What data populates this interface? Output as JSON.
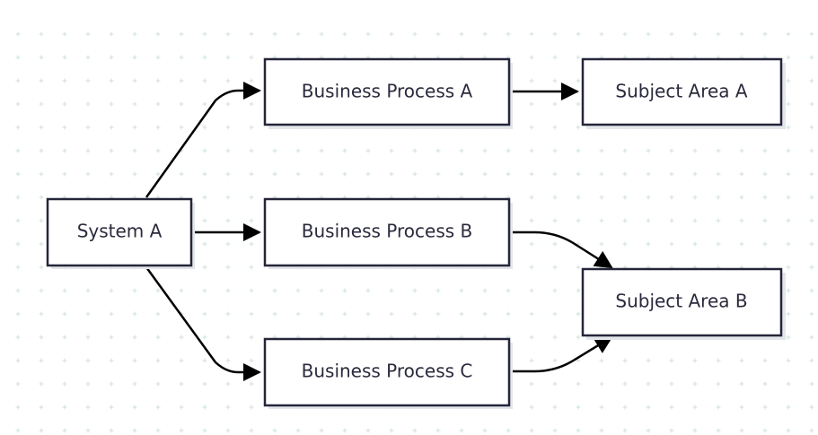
{
  "colors": {
    "node_border": "#25253a",
    "node_fill": "#ffffff",
    "node_text": "#2a2a3d",
    "edge": "#000000",
    "grid_marker": "#cfe1dd"
  },
  "nodes": {
    "system_a": {
      "label": "System A"
    },
    "bp_a": {
      "label": "Business Process A"
    },
    "bp_b": {
      "label": "Business Process B"
    },
    "bp_c": {
      "label": "Business Process C"
    },
    "sa_a": {
      "label": "Subject Area A"
    },
    "sa_b": {
      "label": "Subject Area B"
    }
  },
  "edges": [
    {
      "from": "System A",
      "to": "Business Process A"
    },
    {
      "from": "System A",
      "to": "Business Process B"
    },
    {
      "from": "System A",
      "to": "Business Process C"
    },
    {
      "from": "Business Process A",
      "to": "Subject Area A"
    },
    {
      "from": "Business Process B",
      "to": "Subject Area B"
    },
    {
      "from": "Business Process C",
      "to": "Subject Area B"
    }
  ]
}
